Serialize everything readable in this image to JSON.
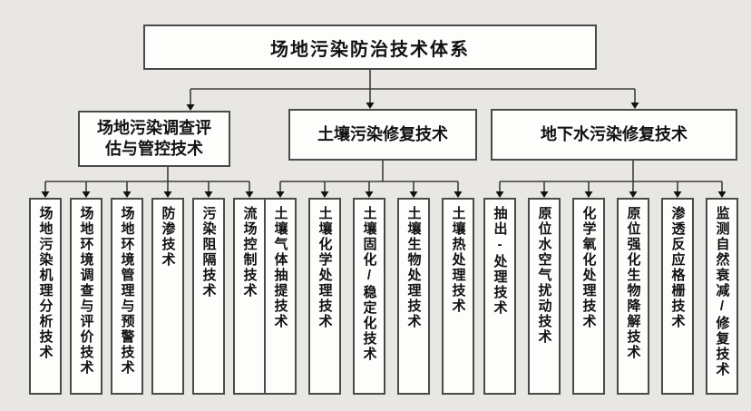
{
  "diagram": {
    "root": {
      "label": "场地污染防治技术体系"
    },
    "branches": [
      {
        "label": "场地污染调查评估与管控技术",
        "leaves": [
          "场地污染机理分析技术",
          "场地环境调查与评价技术",
          "场地环境管理与预警技术",
          "防渗技术",
          "污染阻隔技术",
          "流场控制技术"
        ]
      },
      {
        "label": "土壤污染修复技术",
        "leaves": [
          "土壤气体抽提技术",
          "土壤化学处理技术",
          "土壤固化/稳定化技术",
          "土壤生物处理技术",
          "土壤热处理技术"
        ]
      },
      {
        "label": "地下水污染修复技术",
        "leaves": [
          "抽出-处理技术",
          "原位水空气扰动技术",
          "化学氧化处理技术",
          "原位强化生物降解技术",
          "渗透反应格栅技术",
          "监测自然衰减/修复技术"
        ]
      }
    ],
    "colors": {
      "background": "#e8e7e4",
      "box_fill": "#fdfdfc",
      "box_border": "#4a4a4a",
      "connector": "#3d3d3d",
      "text": "#111111"
    }
  }
}
